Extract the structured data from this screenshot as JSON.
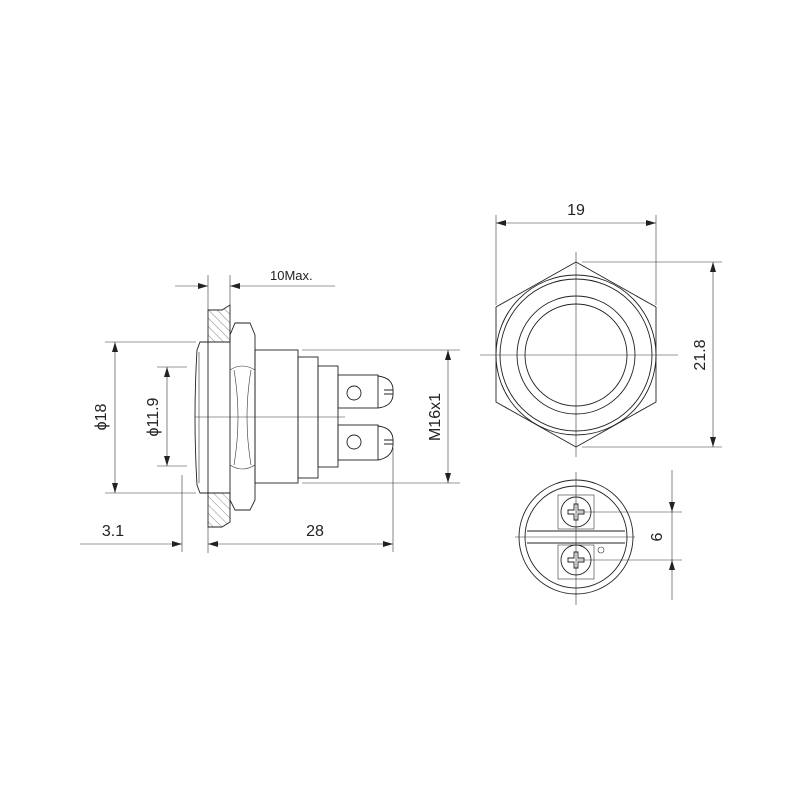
{
  "dimensions": {
    "panel_thickness": "10Max.",
    "bezel_diameter": "ϕ18",
    "lens_diameter": "ϕ11.9",
    "thread": "M16x1",
    "bezel_height": "3.1",
    "body_length": "28",
    "hex_width": "19",
    "hex_corner": "21.8",
    "terminal_pitch": "6"
  },
  "colors": {
    "line": "#222222",
    "background": "#ffffff"
  }
}
